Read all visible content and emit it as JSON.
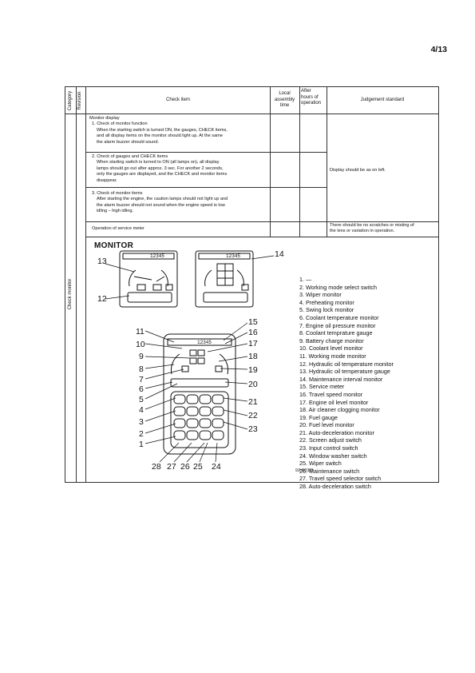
{
  "page": {
    "number": "4/13"
  },
  "table": {
    "headers": {
      "category": "Category",
      "revision": "Revision",
      "check_item": "Check item",
      "local_assembly_time": [
        "Local",
        "assembly",
        "time"
      ],
      "after_hours": [
        "After",
        "hours of",
        "operation"
      ],
      "judgement": "Judgement standard"
    },
    "category_value": "Check monitor",
    "rows": [
      {
        "lines": [
          "Monitor display",
          "1.  Check of monitor function",
          "When the starting switch is turned ON, the gauges, CHECK items,",
          "and all display items on the monitor should light up.  At the same",
          "the alarm buzzer should sound."
        ]
      },
      {
        "lines": [
          "2.  Check of gauges and CHECK items",
          "When starting switch is turned to ON (all lamps on), all display",
          "lamps should go out after approx. 3 sec. For another 2 seconds,",
          "only the gauges are displayed, and the CHECK and monitor items",
          "disappear."
        ]
      },
      {
        "lines": [
          "3.  Check of monitor items",
          "After starting the engine, the caution lamps should not light up and",
          "the alarm buzzer should not sound when the engine speed is low",
          "idling – high idling."
        ]
      },
      {
        "lines": [
          "Operation of service meter"
        ]
      }
    ],
    "judgement_1_3": "Display should be as on left.",
    "judgement_4": [
      "There should be no scratches or misting of",
      "the lens or variation in operation."
    ]
  },
  "figure": {
    "title": "MONITOR",
    "code": "9JH03385",
    "display_text": "12345",
    "callouts": [
      "13",
      "12",
      "14",
      "15",
      "16",
      "11",
      "10",
      "17",
      "9",
      "18",
      "8",
      "19",
      "7",
      "6",
      "20",
      "5",
      "21",
      "4",
      "22",
      "3",
      "23",
      "2",
      "1",
      "28",
      "27",
      "26",
      "25",
      "24"
    ],
    "legend": [
      "1. —",
      "2. Working mode select switch",
      "3. Wiper monitor",
      "4. Preheating monitor",
      "5. Swing lock monitor",
      "6. Coolant temperature monitor",
      "7. Engine oil pressure monitor",
      "8. Coolant temprature gauge",
      "9. Battery charge monitor",
      "10. Coolant level monitor",
      "11. Working mode monitor",
      "12. Hydraulic oil temperature monitor",
      "13. Hydraulic oil temperature gauge",
      "14. Maintenance interval monitor",
      "15. Service meter",
      "16. Travel speed monitor",
      "17. Engine oil level monitor",
      "18. Air cleaner clogging monitor",
      "19. Fuel gauge",
      "20. Fuel level monitor",
      "21. Auto-deceleration monitor",
      "22. Screen adjust switch",
      "23. Input control switch",
      "24. Window washer switch",
      "25. Wiper switch",
      "26. Maintenance switch",
      "27. Travel speed selector switch",
      "28. Auto-deceleration switch"
    ]
  }
}
